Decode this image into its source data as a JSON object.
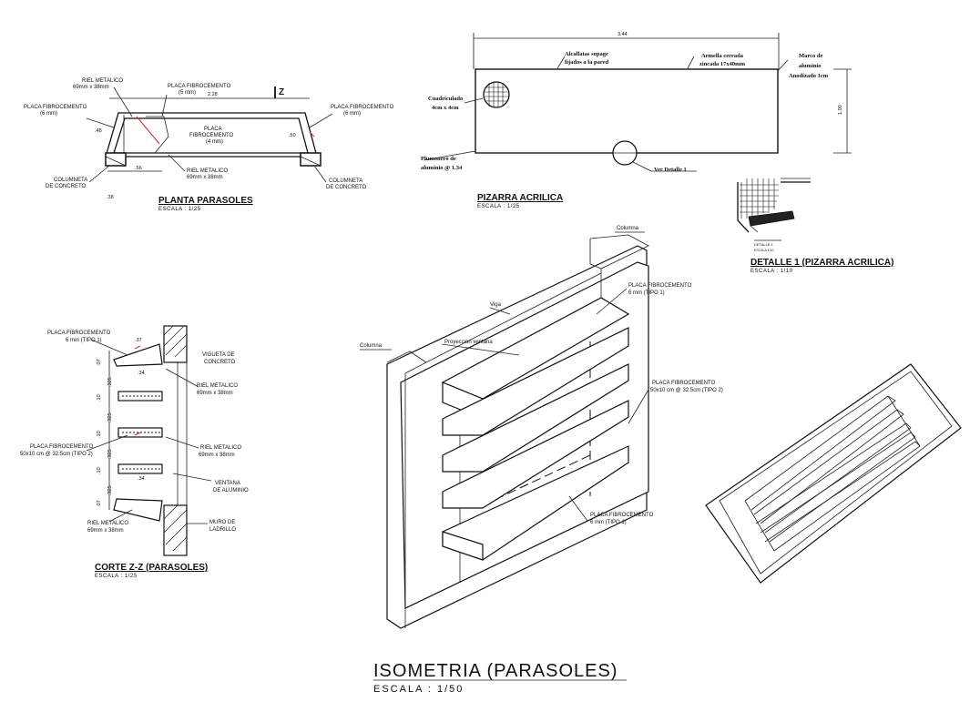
{
  "planta": {
    "title": "PLANTA PARASOLES",
    "scale": "ESCALA : 1/25",
    "riel_top": [
      "RIEL METALICO",
      "69mm x 38mm"
    ],
    "placa_5mm": [
      "PLACA FIBROCEMENTO",
      "(5 mm)"
    ],
    "placa_6mm_left": [
      "PLACA FIBROCEMENTO",
      "(6 mm)"
    ],
    "placa_6mm_right": [
      "PLACA FIBROCEMENTO",
      "(6 mm)"
    ],
    "placa_4mm": [
      "PLACA",
      "FIBROCEMENTO",
      "(4 mm)"
    ],
    "riel_bottom": [
      "RIEL METALICO",
      "69mm x 38mm"
    ],
    "columneta_left": [
      "COLUMNETA",
      "DE CONCRETO"
    ],
    "columneta_right": [
      "COLUMNETA",
      "DE CONCRETO"
    ],
    "cut_mark": "Z",
    "dims": {
      "total": "2.28",
      "inner": ".56",
      "base": ".38",
      "left": ".48",
      "right": ".50"
    }
  },
  "pizarra": {
    "title": "PIZARRA ACRILICA",
    "scale": "ESCALA : 1/25",
    "width_dim": "3.44",
    "height_dim": "1.00",
    "alcayata": [
      "Alcallatas sopage",
      "fijados a la pared"
    ],
    "armella": [
      "Armella cerrada",
      "zincada 17x40mm"
    ],
    "marco": [
      "Marco de",
      "aluminio",
      "Anodizado 1cm"
    ],
    "cuadriculado": [
      "Cuadriculado",
      "4cm x 4cm"
    ],
    "plumonero": [
      "Plumonero de",
      "aluminio @ 1.34"
    ],
    "ver_detalle": "Ver Detalle 1"
  },
  "detalle": {
    "title": "DETALLE 1 (PIZARRA ACRILICA)",
    "scale": "ESCALA : 1/10",
    "mini_title": "DETALLE 1",
    "mini_scale": "ESCALA 1/10"
  },
  "corte": {
    "title": "CORTE Z-Z (PARASOLES)",
    "scale": "ESCALA : 1/25",
    "placa_tipo1": [
      "PLACA FIBROCEMENTO",
      "6 mm (TIPO 1)"
    ],
    "vigueta": [
      "VIGUETA DE",
      "CONCRETO"
    ],
    "riel_1": [
      "RIEL METALICO",
      "69mm x 38mm"
    ],
    "placa_tipo2": [
      "PLACA FIBROCEMENTO",
      "50x10 cm @ 32.5cm (TIPO 2)"
    ],
    "riel_2": [
      "RIEL METALICO",
      "69mm x 38mm"
    ],
    "ventana": [
      "VENTANA",
      "DE ALUMINIO"
    ],
    "riel_bottom": [
      "RIEL METALICO",
      "69mm x 38mm"
    ],
    "muro": [
      "MURO DE",
      "LADRILLO"
    ],
    "dims": {
      "top_w": ".37",
      "w1": ".34",
      "w2": ".34",
      "v1": ".07",
      "v2": ".325",
      "v3": ".10",
      "v4": ".325",
      "v5": ".10",
      "v6": ".325",
      "v7": ".10",
      "v8": ".325",
      "v9": ".07"
    }
  },
  "iso": {
    "title": "ISOMETRIA  (PARASOLES)",
    "scale": "ESCALA  :  1/50",
    "columna_top": "Columna",
    "columna_left": "Columna",
    "viga": "Viga",
    "proyeccion": "Proyeccion ventana",
    "placa_top": [
      "PLACA FIBROCEMENTO",
      "6 mm (TIPO 1)"
    ],
    "placa_mid": [
      "PLACA FIBROCEMENTO",
      "50x10 cm @ 32.5cm (TIPO 2)"
    ],
    "placa_bottom": [
      "PLACA FIBROCEMENTO",
      "6 mm (TIPO 1)"
    ]
  }
}
